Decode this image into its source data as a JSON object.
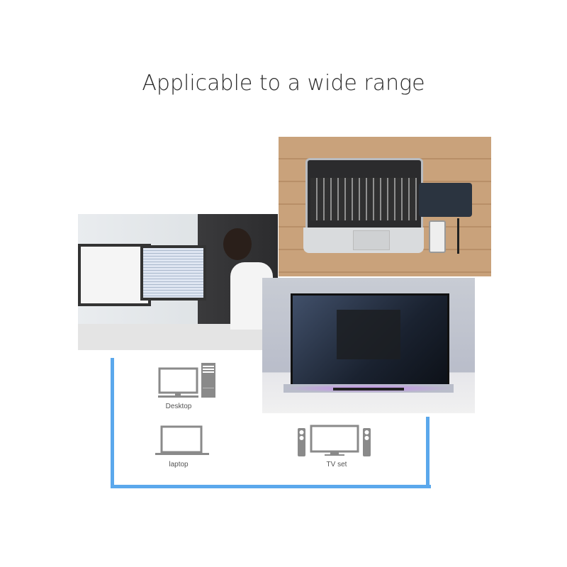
{
  "title": "Applicable to a wide range",
  "devices": [
    {
      "label": "Desktop",
      "icon": "desktop-computer-icon"
    },
    {
      "label": "laptop",
      "icon": "laptop-icon"
    },
    {
      "label": "TV set",
      "icon": "tv-with-speakers-icon"
    }
  ],
  "colors": {
    "frame_line": "#5ba8ec",
    "icon_gray": "#8a8a8a"
  }
}
